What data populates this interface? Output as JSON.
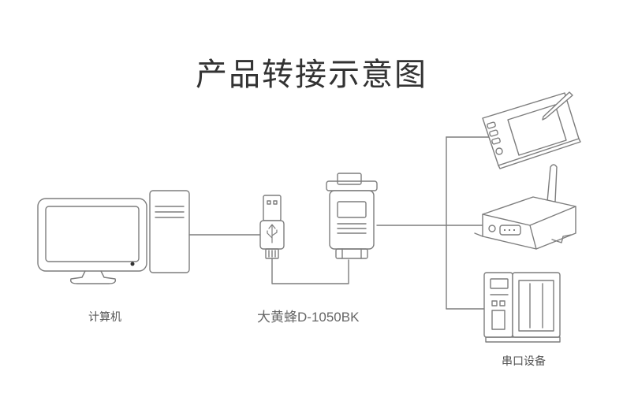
{
  "title": "产品转接示意图",
  "labels": {
    "computer": "计算机",
    "adapter": "大黄蜂D-1050BK",
    "serial_devices": "串口设备"
  },
  "icons": {
    "computer": "desktop-computer-icon",
    "usb": "usb-plug-icon",
    "db9": "db9-connector-icon",
    "tablet": "drawing-tablet-icon",
    "router": "serial-router-icon",
    "printer": "label-printer-icon"
  },
  "colors": {
    "stroke": "#8a8a8a",
    "text": "#333333"
  }
}
